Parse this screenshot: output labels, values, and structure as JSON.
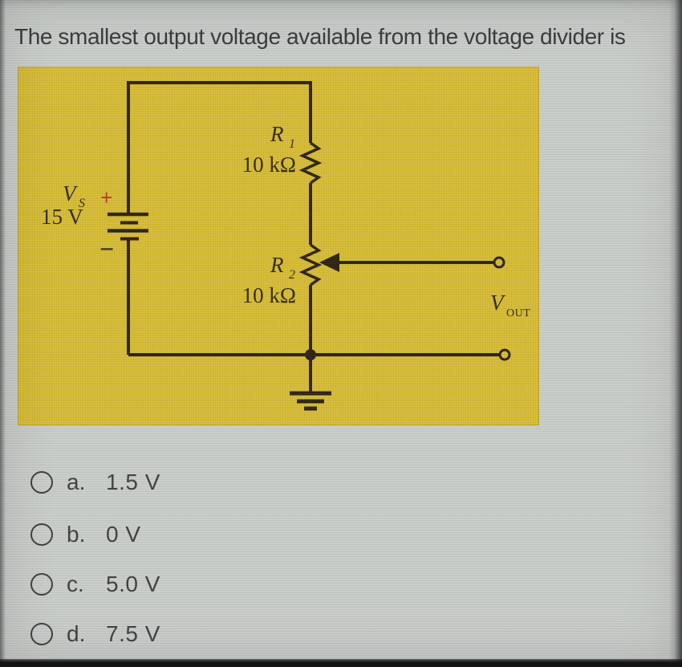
{
  "question": {
    "title": "The smallest output voltage available from the voltage divider is"
  },
  "circuit": {
    "source": {
      "name": "V",
      "sub": "S",
      "value": "15 V",
      "plus": "+",
      "minus": "−"
    },
    "r1": {
      "name": "R",
      "sub": "1",
      "value": "10 kΩ"
    },
    "r2": {
      "name": "R",
      "sub": "2",
      "value": "10 kΩ"
    },
    "vout": {
      "name": "V",
      "sub": "OUT"
    },
    "colors": {
      "background": "#dcc23a",
      "line": "#2e2415",
      "plus_red": "#c53726"
    }
  },
  "options": [
    {
      "letter": "a.",
      "value": "1.5 V",
      "selected": false
    },
    {
      "letter": "b.",
      "value": "0 V",
      "selected": false
    },
    {
      "letter": "c.",
      "value": "5.0 V",
      "selected": false
    },
    {
      "letter": "d.",
      "value": "7.5 V",
      "selected": false
    }
  ]
}
